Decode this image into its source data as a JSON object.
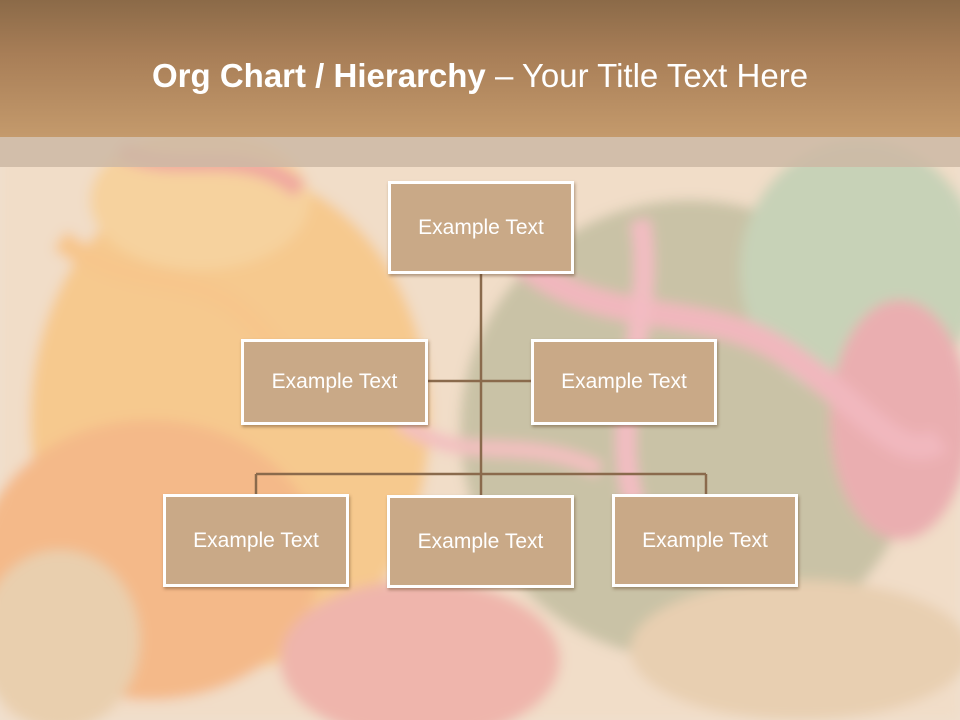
{
  "title": {
    "part1": "Org Chart",
    "sep": " / ",
    "part2": "Hierarchy",
    "dash": " – ",
    "rest": "Your Title Text Here"
  },
  "nodes": {
    "top": "Example Text",
    "assistant_left": "Example Text",
    "assistant_right": "Example Text",
    "sub_left": "Example Text",
    "sub_center": "Example Text",
    "sub_right": "Example Text"
  },
  "colors": {
    "header": "#b08660",
    "node_fill": "#c9a987",
    "connector": "#8a6a4c",
    "node_border": "#ffffff"
  }
}
